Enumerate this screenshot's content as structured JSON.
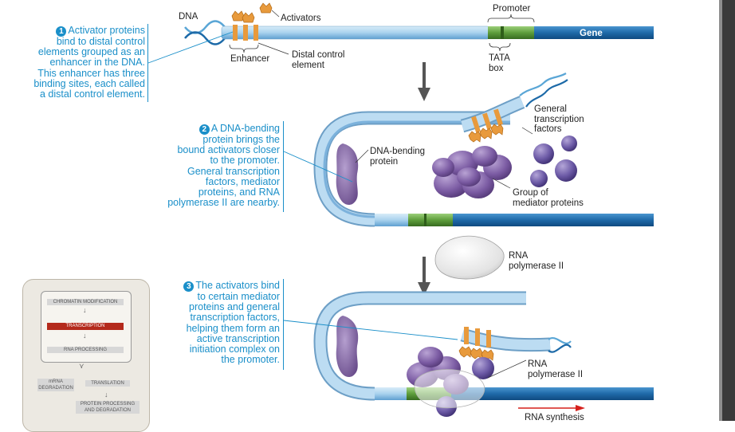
{
  "step1": {
    "number": "1",
    "lines": [
      "Activator proteins",
      "bind to distal control",
      "elements grouped as an",
      "enhancer in the DNA.",
      "This enhancer has three",
      "binding sites, each called",
      "a distal control element."
    ]
  },
  "step2": {
    "number": "2",
    "lines": [
      "A DNA-bending",
      "protein brings the",
      "bound activators closer",
      "to the promoter.",
      "General transcription",
      "factors, mediator",
      "proteins, and RNA",
      "polymerase II are nearby."
    ]
  },
  "step3": {
    "number": "3",
    "lines": [
      "The activators bind",
      "to certain mediator",
      "proteins and general",
      "transcription factors,",
      "helping them form an",
      "active transcription",
      "initiation complex on",
      "the promoter."
    ]
  },
  "labels": {
    "dna": "DNA",
    "activators": "Activators",
    "promoter": "Promoter",
    "gene": "Gene",
    "enhancer": "Enhancer",
    "distal_control": [
      "Distal control",
      "element"
    ],
    "tata": [
      "TATA",
      "box"
    ],
    "general_tf": [
      "General",
      "transcription",
      "factors"
    ],
    "dna_bending": [
      "DNA-bending",
      "protein"
    ],
    "mediator": [
      "Group of",
      "mediator proteins"
    ],
    "rna_pol": [
      "RNA",
      "polymerase II"
    ],
    "rna_pol2": [
      "RNA",
      "polymerase II"
    ],
    "rna_synthesis": "RNA synthesis"
  },
  "flowchart": {
    "chromatin": "CHROMATIN MODIFICATION",
    "transcription": "TRANSCRIPTION",
    "rna_processing": "RNA PROCESSING",
    "mrna_degradation": [
      "mRNA",
      "DEGRADATION"
    ],
    "translation": "TRANSLATION",
    "protein_processing": [
      "PROTEIN PROCESSING",
      "AND DEGRADATION"
    ]
  },
  "colors": {
    "accent": "#1a8fc9",
    "dna": "#5aa6d6",
    "dna_dark": "#1d6aa8",
    "activator": "#e89a3c",
    "promoter_green": "#5e9e3c",
    "mediator": "#6a4d8c",
    "highlight": "#b42a1c",
    "arrow_red": "#d6201c"
  }
}
